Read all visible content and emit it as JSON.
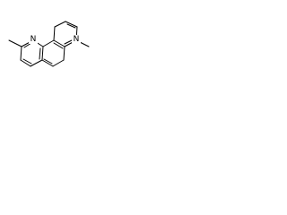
{
  "diagram": {
    "atoms": [
      {
        "id": "n_left",
        "element": "N",
        "label": "N"
      },
      {
        "id": "n_right",
        "element": "N",
        "label": "N"
      }
    ],
    "colors": {
      "background": "#ffffff",
      "bond": "#000000",
      "label": "#000000"
    }
  }
}
